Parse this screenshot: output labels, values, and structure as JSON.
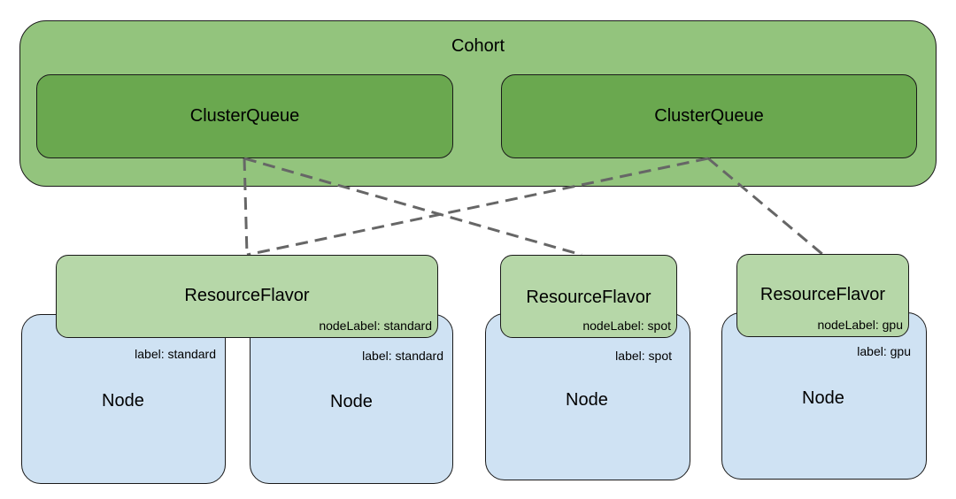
{
  "colors": {
    "cohort_fill": "#93c47d",
    "cluster_queue_fill": "#6aa84f",
    "resource_flavor_fill": "#b6d7a8",
    "node_fill": "#cfe2f3",
    "connector": "#666666"
  },
  "cohort": {
    "title": "Cohort",
    "cluster_queues": [
      {
        "label": "ClusterQueue"
      },
      {
        "label": "ClusterQueue"
      }
    ]
  },
  "resource_flavors": [
    {
      "title": "ResourceFlavor",
      "node_label": "nodeLabel: standard"
    },
    {
      "title": "ResourceFlavor",
      "node_label": "nodeLabel: spot"
    },
    {
      "title": "ResourceFlavor",
      "node_label": "nodeLabel: gpu"
    }
  ],
  "nodes": [
    {
      "title": "Node",
      "label": "label: standard"
    },
    {
      "title": "Node",
      "label": "label: standard"
    },
    {
      "title": "Node",
      "label": "label: spot"
    },
    {
      "title": "Node",
      "label": "label: gpu"
    }
  ],
  "connections": [
    {
      "from": "cluster-queue-1",
      "to": "resource-flavor-standard"
    },
    {
      "from": "cluster-queue-1",
      "to": "resource-flavor-spot"
    },
    {
      "from": "cluster-queue-2",
      "to": "resource-flavor-standard"
    },
    {
      "from": "cluster-queue-2",
      "to": "resource-flavor-gpu"
    }
  ]
}
